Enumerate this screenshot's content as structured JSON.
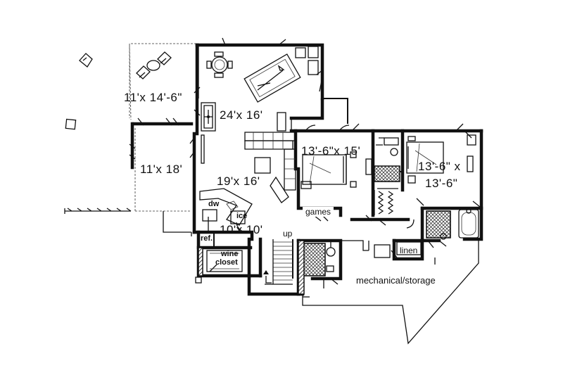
{
  "rooms": {
    "patio_top": "11'x 14'-6\"",
    "patio_left": "11'x 18'",
    "game_room": "24'x 16'",
    "family_room": "19'x 16'",
    "kitchenette": "10'x 10'",
    "bedroom_1": "13'-6\"x 15'",
    "bedroom_2_line1": "13'-6\" x",
    "bedroom_2_line2": "13'-6\"",
    "mechanical": "mechanical/storage"
  },
  "fixtures": {
    "dw": "dw",
    "ice": "ice",
    "ref": "ref.",
    "wine": "wine",
    "closet": "closet",
    "up": "up",
    "games": "games",
    "linen": "linen"
  }
}
